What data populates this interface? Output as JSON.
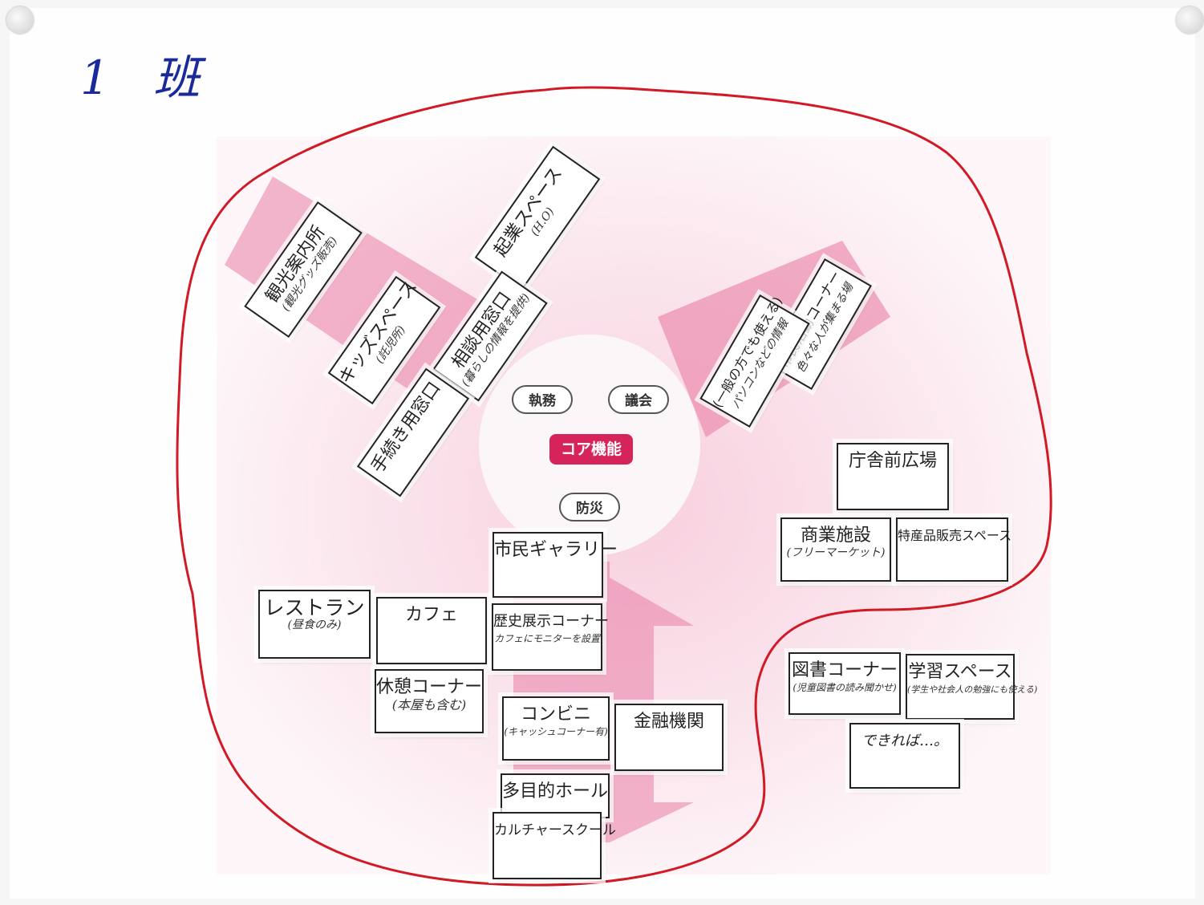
{
  "handwritten_title": "1 班",
  "core": {
    "label": "コア機能",
    "items": [
      "執務",
      "議会",
      "防災"
    ]
  },
  "cards": {
    "kankou": {
      "title": "観光案内所",
      "note": "(観光グッズ販売)"
    },
    "kigyou": {
      "title": "起業スペース",
      "note": "(H.O)"
    },
    "kids": {
      "title": "キッズスペース",
      "note": "(託児所)"
    },
    "soudan": {
      "title": "相談用窓口",
      "note": "(暮らしの情報を提供)"
    },
    "tetsuzuki": {
      "title": "手続き用窓口",
      "note": ""
    },
    "shiminkatsudou": {
      "title": "市民活動コーナー",
      "note": "色々な人が集まる場"
    },
    "ippan": {
      "title": "(一般の方でも使える)",
      "note": "パソコンなどの情報"
    },
    "chousha": {
      "title": "庁舎前広場",
      "note": ""
    },
    "shougyou": {
      "title": "商業施設",
      "note": "(フリーマーケット)"
    },
    "tokusan": {
      "title": "特産品販売スペース",
      "note": ""
    },
    "gallery": {
      "title": "市民ギャラリー",
      "note": ""
    },
    "restaurant": {
      "title": "レストラン",
      "note": "(昼食のみ)"
    },
    "cafe": {
      "title": "カフェ",
      "note": ""
    },
    "rekishi": {
      "title": "歴史展示コーナー",
      "note": "カフェにモニターを設置"
    },
    "kyuukei": {
      "title": "休憩コーナー",
      "note": "(本屋も含む)"
    },
    "konbini": {
      "title": "コンビニ",
      "note": "(キャッシュコーナー有)"
    },
    "kinyuu": {
      "title": "金融機関",
      "note": ""
    },
    "tamokuteki": {
      "title": "多目的ホール",
      "note": ""
    },
    "culture": {
      "title": "カルチャースクール",
      "note": ""
    },
    "tosho": {
      "title": "図書コーナー",
      "note": "(児童図書の読み聞かせ)"
    },
    "gakushuu": {
      "title": "学習スペース",
      "note": "(学生や社会人の勉強にも使える)"
    },
    "dekireba": {
      "title": "できれば…。",
      "note": ""
    }
  }
}
